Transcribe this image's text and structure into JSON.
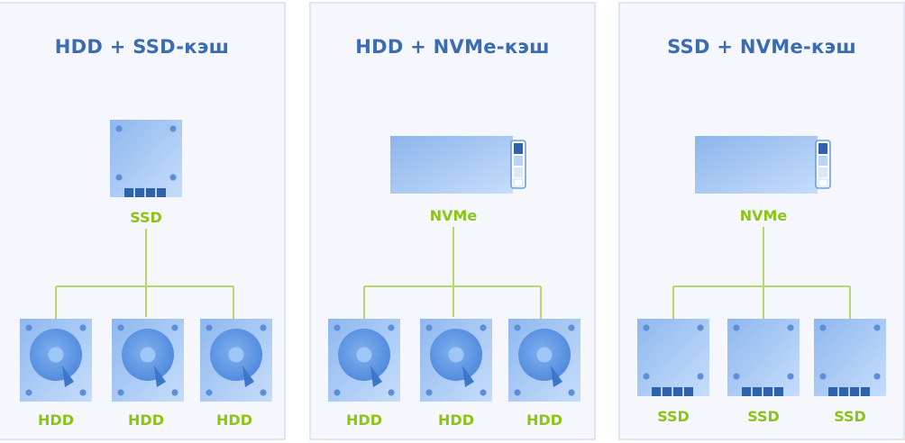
{
  "panels": [
    {
      "title": "HDD + SSD-кэш",
      "cache_label": "SSD",
      "drive_labels": [
        "HDD",
        "HDD",
        "HDD"
      ]
    },
    {
      "title": "HDD + NVMe-кэш",
      "cache_label": "NVMe",
      "drive_labels": [
        "HDD",
        "HDD",
        "HDD"
      ]
    },
    {
      "title": "SSD + NVMe-кэш",
      "cache_label": "NVMe",
      "drive_labels": [
        "SSD",
        "SSD",
        "SSD"
      ]
    }
  ],
  "colors": {
    "title": "#3a6cb4",
    "label": "#8bc414",
    "connector": "#b5d86a",
    "device_light": "#c4dcfb",
    "device_dark": "#2f62ad"
  }
}
